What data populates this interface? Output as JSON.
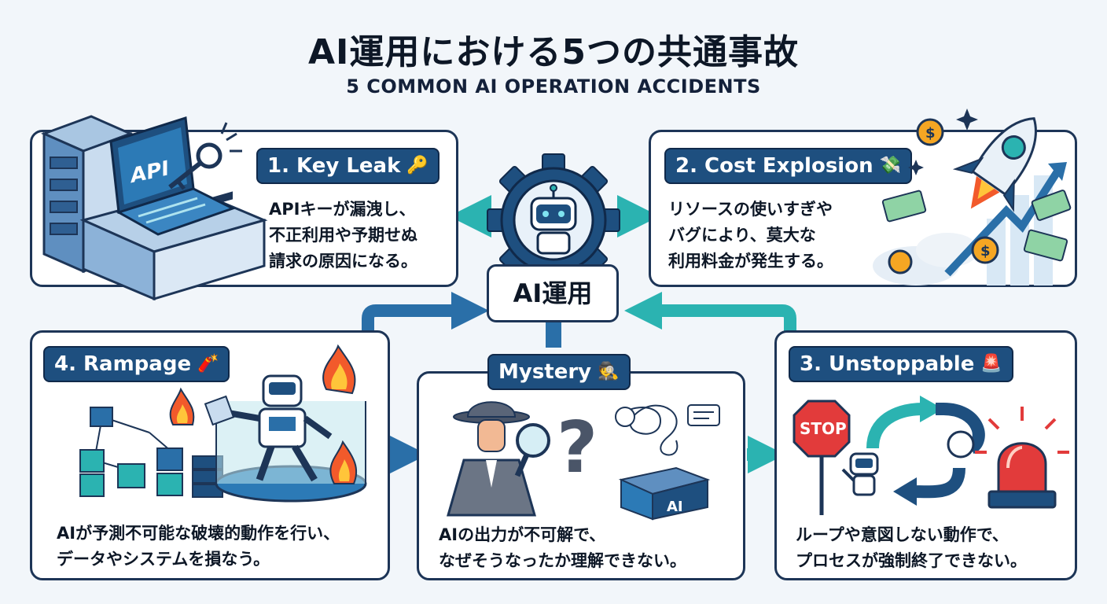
{
  "title": "AI運用における5つの共通事故",
  "subtitle": "5 COMMON AI OPERATION ACCIDENTS",
  "hub": {
    "label": "AI運用"
  },
  "cards": {
    "key_leak": {
      "badge": "1. Key Leak",
      "emoji": "🔑",
      "lines": [
        "APIキーが漏洩し、",
        "不正利用や予期せぬ",
        "請求の原因になる。"
      ],
      "illustration_text": "API"
    },
    "cost_explosion": {
      "badge": "2. Cost Explosion",
      "emoji": "💸",
      "lines": [
        "リソースの使いすぎや",
        "バグにより、莫大な",
        "利用料金が発生する。"
      ]
    },
    "unstoppable": {
      "badge": "3. Unstoppable",
      "emoji": "🚨",
      "lines": [
        "ループや意図しない動作で、",
        "プロセスが強制終了できない。"
      ],
      "stop_sign": "STOP"
    },
    "rampage": {
      "badge": "4. Rampage",
      "emoji": "🧨",
      "lines": [
        "AIが予測不可能な破壊的動作を行い、",
        "データやシステムを損なう。"
      ]
    },
    "mystery": {
      "badge": "Mystery",
      "emoji": "🕵",
      "lines": [
        "AIの出力が不可解で、",
        "なぜそうなったか理解できない。"
      ],
      "box_label": "AI"
    }
  },
  "icons": [
    "server-icon",
    "laptop-icon",
    "key-icon",
    "gear-icon",
    "robot-icon",
    "rocket-icon",
    "coin-icon",
    "money-icon",
    "stop-sign-icon",
    "loop-arrow-icon",
    "siren-icon",
    "flame-icon",
    "cube-network-icon",
    "detective-icon",
    "magnifier-icon",
    "question-mark-icon",
    "box-icon"
  ],
  "colors": {
    "navy": "#1d3557",
    "badge": "#1e4f7f",
    "teal": "#2bb3b1",
    "fire": "#f25a2b",
    "alert": "#e23b3b"
  }
}
